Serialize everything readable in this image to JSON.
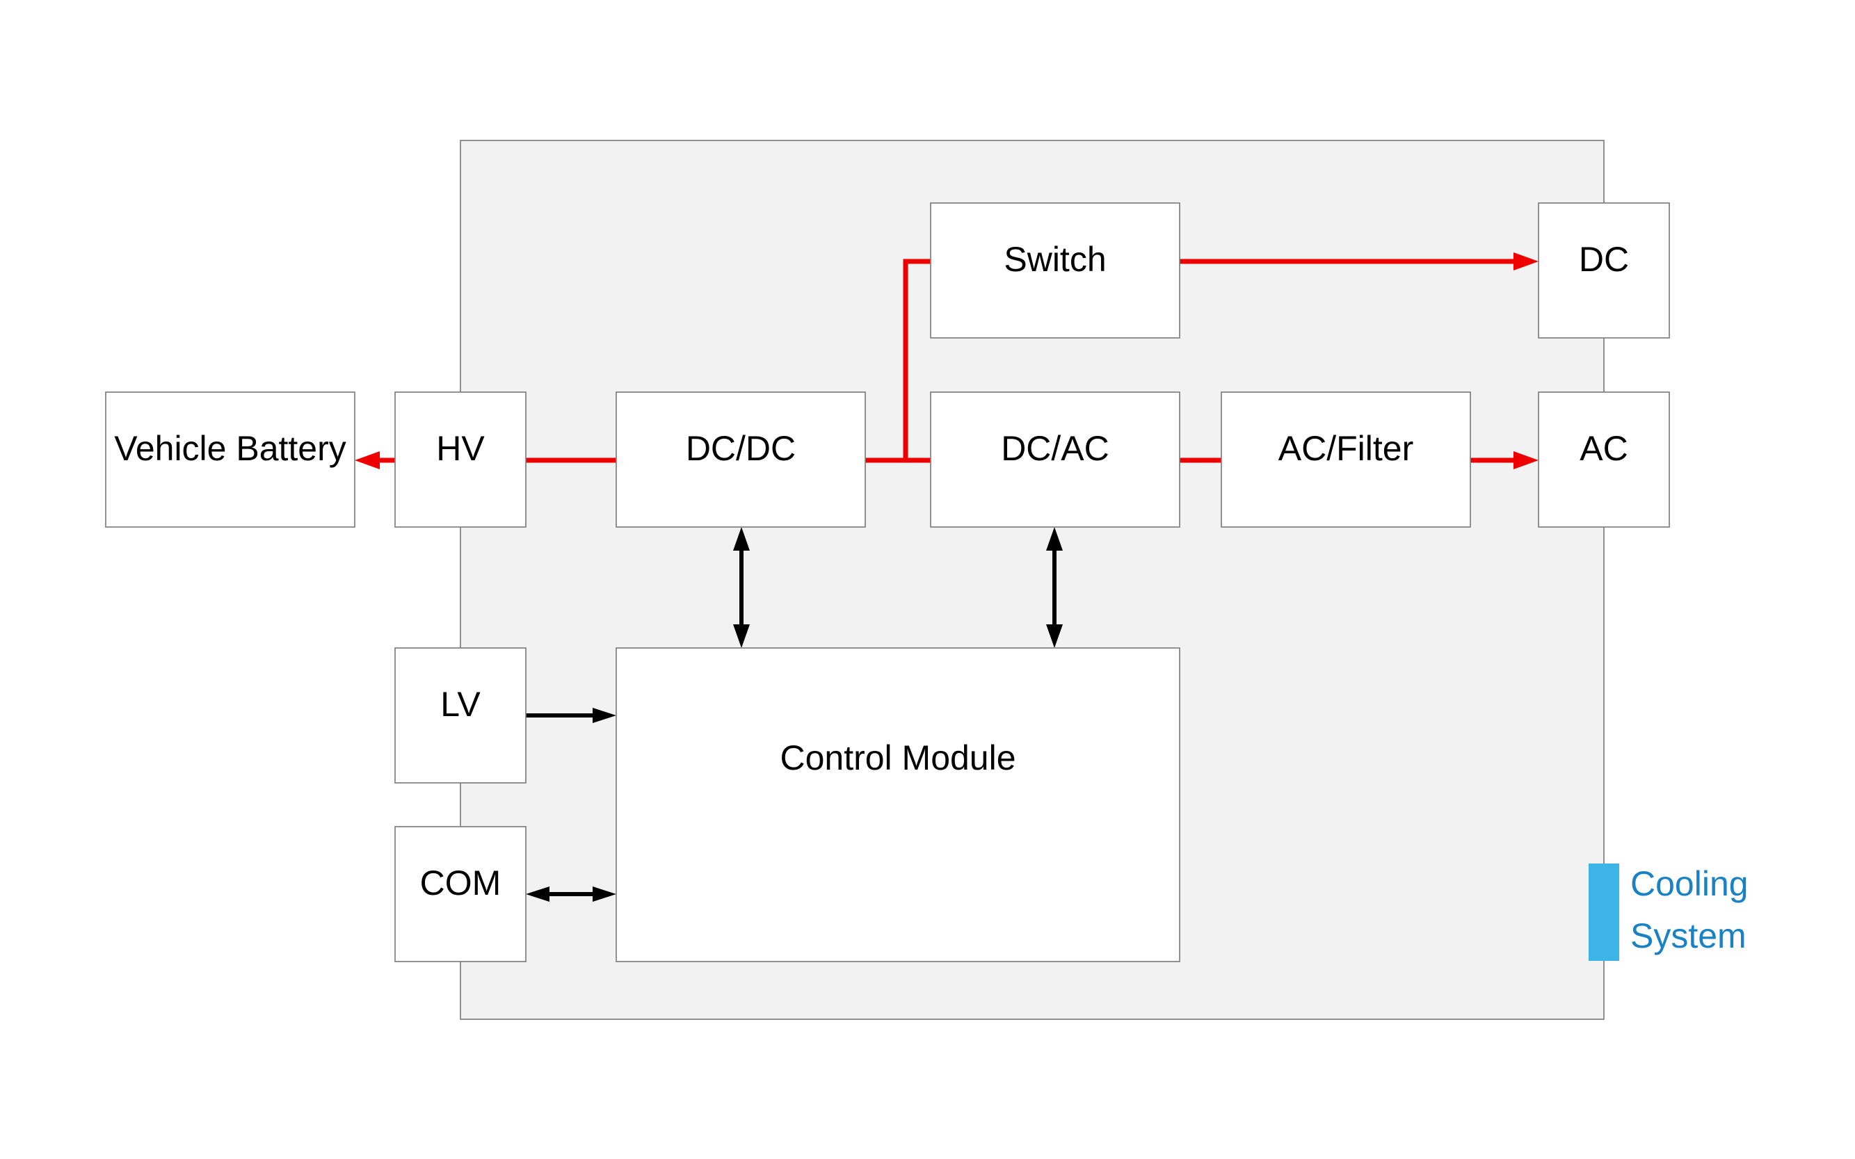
{
  "colors": {
    "power_flow": "#ee0000",
    "signal_flow": "#000000",
    "enclosure_fill": "#f2f2f2",
    "box_border": "#7f7f7f",
    "cooling_accent": "#3cb4e5",
    "cooling_text": "#1a82c4"
  },
  "blocks": {
    "vehicle_battery": "Vehicle Battery",
    "hv": "HV",
    "dcdc": "DC/DC",
    "switch": "Switch",
    "dc_out": "DC",
    "dcac": "DC/AC",
    "ac_filter": "AC/Filter",
    "ac_out": "AC",
    "lv": "LV",
    "com": "COM",
    "control_module": "Control Module"
  },
  "legend": {
    "cooling_line1": "Cooling",
    "cooling_line2": "System"
  }
}
